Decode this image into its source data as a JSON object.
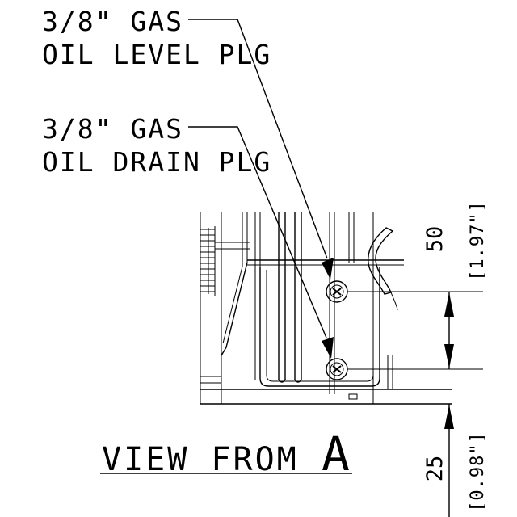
{
  "callouts": {
    "level_plug": {
      "line1": "3/8\" GAS",
      "line2": "OIL LEVEL PLG"
    },
    "drain_plug": {
      "line1": "3/8\" GAS",
      "line2": "OIL DRAIN PLG"
    }
  },
  "dimensions": {
    "upper": {
      "value": "50",
      "alt": "[1.97\"]"
    },
    "lower": {
      "value": "25",
      "alt": "[0.98\"]"
    }
  },
  "view": {
    "label": "VIEW FROM",
    "letter": "A"
  }
}
